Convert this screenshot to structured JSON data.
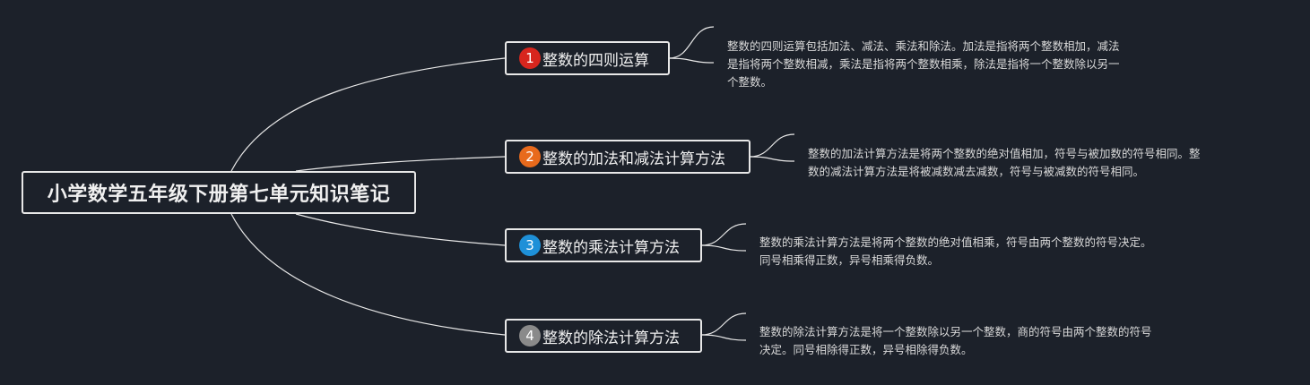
{
  "root": {
    "title": "小学数学五年级下册第七单元知识笔记"
  },
  "topics": [
    {
      "number": "1",
      "badge_color": "#d7261e",
      "title": "整数的四则运算",
      "note_lines": [
        "整数的四则运算包括加法、减法、乘法和除法。加法是指将两个整数相加，减法",
        "是指将两个整数相减，乘法是指将两个整数相乘，除法是指将一个整数除以另一",
        "个整数。"
      ]
    },
    {
      "number": "2",
      "badge_color": "#e86a1c",
      "title": "整数的加法和减法计算方法",
      "note_lines": [
        "整数的加法计算方法是将两个整数的绝对值相加，符号与被加数的符号相同。整",
        "数的减法计算方法是将被减数减去减数，符号与被减数的符号相同。"
      ]
    },
    {
      "number": "3",
      "badge_color": "#1e90d8",
      "title": "整数的乘法计算方法",
      "note_lines": [
        "整数的乘法计算方法是将两个整数的绝对值相乘，符号由两个整数的符号决定。",
        "同号相乘得正数，异号相乘得负数。"
      ]
    },
    {
      "number": "4",
      "badge_color": "#8a8a8a",
      "title": "整数的除法计算方法",
      "note_lines": [
        "整数的除法计算方法是将一个整数除以另一个整数，商的符号由两个整数的符号",
        "决定。同号相除得正数，异号相除得负数。"
      ]
    }
  ],
  "colors": {
    "background": "#1c212a",
    "line": "#e8e8e8",
    "text": "#f0f0f0"
  }
}
